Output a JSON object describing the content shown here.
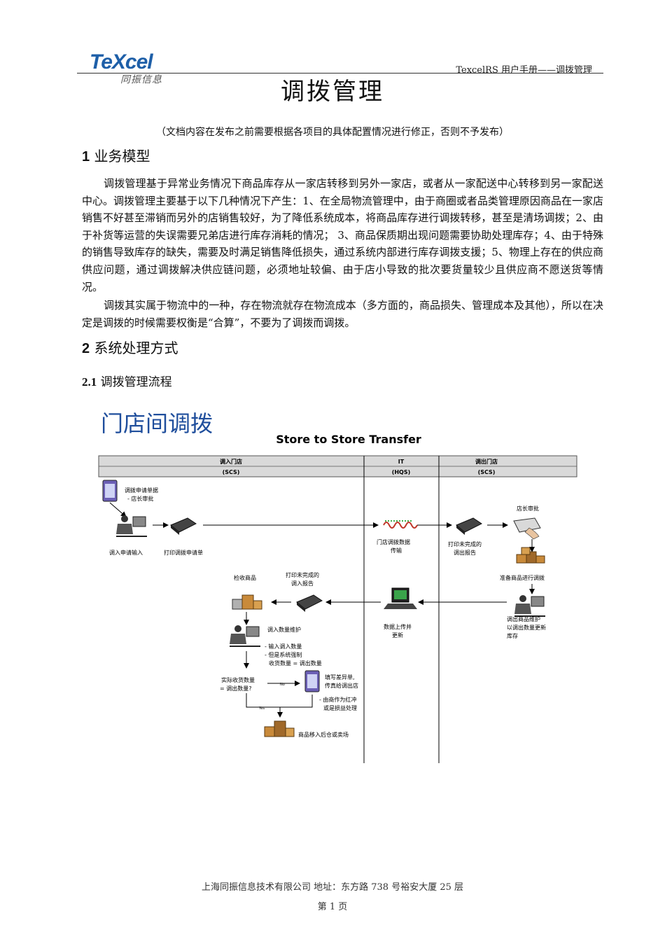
{
  "header": {
    "logo_main": "TeXcel",
    "logo_sub": "同振信息",
    "doc_title": "TexcelRS 用户手册——调拨管理"
  },
  "page_title": "调拨管理",
  "note": "（文档内容在发布之前需要根据各项目的具体配置情况进行修正，否则不予发布）",
  "section1": {
    "number": "1",
    "title": "业务模型",
    "paragraphs": [
      "调拨管理基于异常业务情况下商品库存从一家店转移到另外一家店，或者从一家配送中心转移到另一家配送中心。调拨管理主要基于以下几种情况下产生：1、在全局物流管理中，由于商圈或者品类管理原因商品在一家店销售不好甚至滞销而另外的店销售较好，为了降低系统成本，将商品库存进行调拨转移，甚至是清场调拨；2、由于补货等运营的失误需要兄弟店进行库存消耗的情况； 3、商品保质期出现问题需要协助处理库存；4、由于特殊的销售导致库存的缺失，需要及时满足销售降低损失，通过系统内部进行库存调拨支援；5、物理上存在的供应商供应问题，通过调拨解决供应链问题，必须地址较偏、由于店小导致的批次要货量较少且供应商不愿送货等情况。",
      "调拨其实属于物流中的一种，存在物流就存在物流成本（多方面的，商品损失、管理成本及其他），所以在决定是调拨的时候需要权衡是“合算”，不要为了调拨而调拨。"
    ]
  },
  "section2": {
    "number": "2",
    "title": "系统处理方式"
  },
  "section21": {
    "number": "2.1",
    "title": "调拨管理流程"
  },
  "diagram": {
    "cn_title": "门店间调拨",
    "en_title": "Store to Store Transfer",
    "lanes": [
      {
        "name": "调入门店",
        "code": "(SCS)"
      },
      {
        "name": "IT",
        "code": "(HQS)"
      },
      {
        "name": "调出门店",
        "code": "(SCS)"
      }
    ],
    "labels": {
      "form_note_1": "调拨申请单据",
      "form_note_2": "- 店长审批",
      "input_request": "调入申请输入",
      "print_request": "打印调拨申请单",
      "data_transfer_1": "门店调拨数据",
      "data_transfer_2": "传输",
      "print_out_1": "打印未完成的",
      "print_out_2": "调出报告",
      "manager_approve": "店长审批",
      "prepare_goods": "准备商品进行调拨",
      "out_qty_1": "调出商品维护",
      "out_qty_2": "以调出数量更新",
      "out_qty_3": "库存",
      "upload_1": "数据上传并",
      "upload_2": "更新",
      "print_in_1": "打印未完成的",
      "print_in_2": "调入报告",
      "check_goods": "检收商品",
      "in_qty": "调入数量维护",
      "in_note_1": "- 输入调入数量",
      "in_note_2": "- 但是系统强制",
      "in_note_3": "收货数量 = 调出数量",
      "question_1": "实际收货数量",
      "question_2": "= 调出数量?",
      "no": "No",
      "yes": "Yes",
      "diff_1": "填写差异单,",
      "diff_2": "传真给调出店",
      "diff_3": "- 由商作为红冲",
      "diff_4": "或是损益处理",
      "to_floor": "商品移入后仓或卖场"
    }
  },
  "footer": {
    "company": "上海同振信息技术有限公司   地址：东方路 738 号裕安大厦 25 层",
    "page": "第  1  页"
  }
}
